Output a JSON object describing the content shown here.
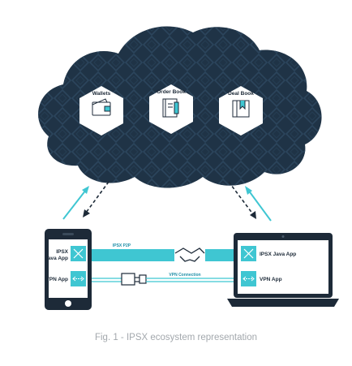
{
  "cloud": {
    "nodes": [
      {
        "label": "Wallets",
        "icon": "wallet-icon"
      },
      {
        "label": "Order Book",
        "icon": "order-book-icon"
      },
      {
        "label": "Deal Book",
        "icon": "deal-book-icon"
      }
    ]
  },
  "mobile": {
    "apps": [
      {
        "label_line1": "IPSX",
        "label_line2": "Java App",
        "icon": "ipsx-x-icon"
      },
      {
        "label_line1": "VPN App",
        "label_line2": "",
        "icon": "vpn-arrows-icon"
      }
    ]
  },
  "laptop": {
    "apps": [
      {
        "label": "IPSX Java App",
        "icon": "ipsx-x-icon"
      },
      {
        "label": "VPN App",
        "icon": "vpn-arrows-icon"
      }
    ]
  },
  "links": {
    "top": "IPSX P2P",
    "bottom": "VPN Connection"
  },
  "colors": {
    "cloud": "#1f3346",
    "cloud_pattern": "#2a435a",
    "accent": "#3fc6d2",
    "accent_dark": "#1f8fa8",
    "device": "#1d2a38"
  },
  "caption": "Fig. 1 - IPSX ecosystem representation"
}
